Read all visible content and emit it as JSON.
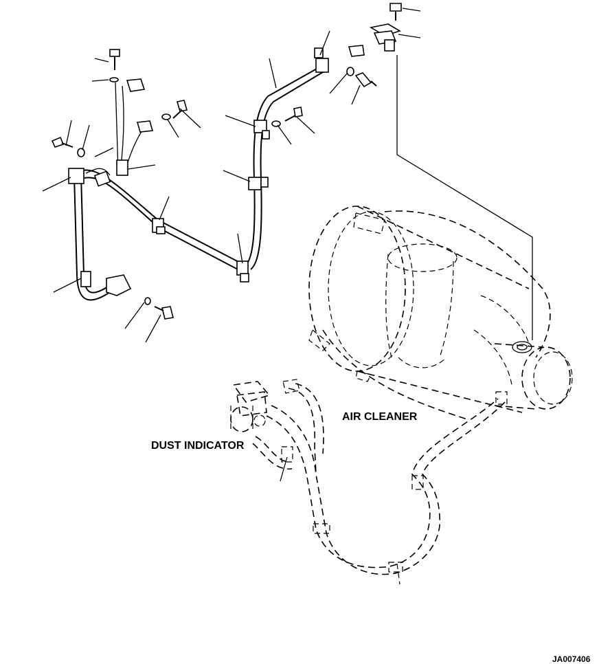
{
  "labels": {
    "air_cleaner": "AIR CLEANER",
    "dust_indicator": "DUST INDICATOR",
    "drawing_number": "JA007406"
  },
  "colors": {
    "ink": "#000000",
    "paper": "#ffffff"
  }
}
